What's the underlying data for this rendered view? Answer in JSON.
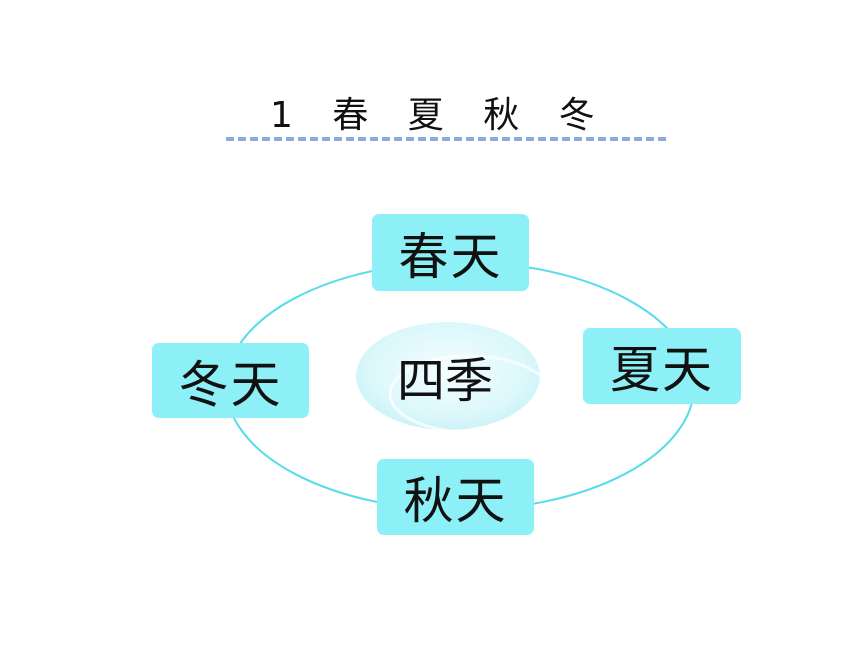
{
  "title": "1 春 夏 秋 冬",
  "diagram": {
    "center": "四季",
    "seasons": {
      "spring": "春天",
      "summer": "夏天",
      "autumn": "秋天",
      "winter": "冬天"
    }
  },
  "colors": {
    "box_fill": "#8cf0f6",
    "ring": "#55dcea",
    "center_fill": "#dff9fb",
    "divider": "#8eaadb"
  }
}
